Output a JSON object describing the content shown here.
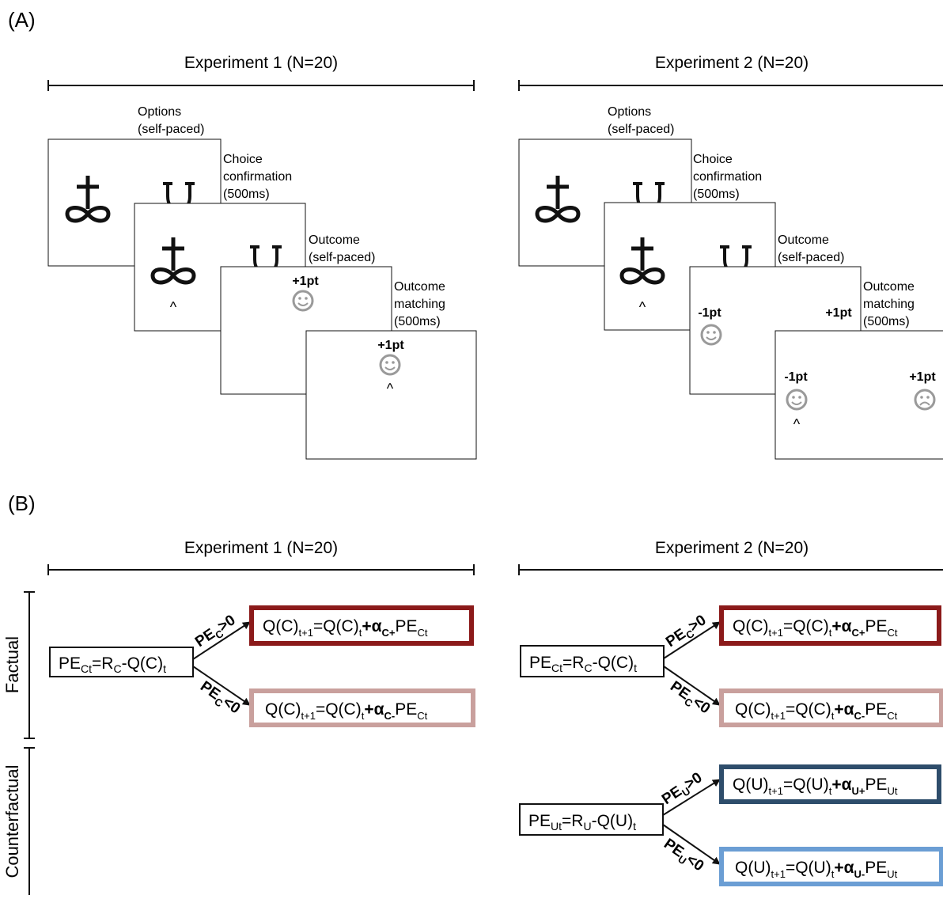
{
  "panelA": {
    "label": "(A)",
    "experiments": [
      {
        "title": "Experiment 1 (N=20)",
        "steps": {
          "options": [
            "Options",
            "(self-paced)"
          ],
          "choice": [
            "Choice",
            "confirmation",
            "(500ms)"
          ],
          "outcome": [
            "Outcome",
            "(self-paced)"
          ],
          "matching": [
            "Outcome",
            "matching",
            "(500ms)"
          ]
        },
        "outcome_screen": {
          "chosen_points": "+1pt"
        },
        "matching_screen": {
          "chosen_points": "+1pt"
        },
        "caret": "^"
      },
      {
        "title": "Experiment 2 (N=20)",
        "steps": {
          "options": [
            "Options",
            "(self-paced)"
          ],
          "choice": [
            "Choice",
            "confirmation",
            "(500ms)"
          ],
          "outcome": [
            "Outcome",
            "(self-paced)"
          ],
          "matching": [
            "Outcome",
            "matching",
            "(500ms)"
          ]
        },
        "outcome_screen": {
          "chosen_points": "-1pt",
          "unchosen_points": "+1pt"
        },
        "matching_screen": {
          "chosen_points": "-1pt",
          "unchosen_points": "+1pt"
        },
        "caret": "^"
      }
    ]
  },
  "panelB": {
    "label": "(B)",
    "row_labels": {
      "factual": "Factual",
      "counterfactual": "Counterfactual"
    },
    "experiments": [
      {
        "title": "Experiment 1 (N=20)"
      },
      {
        "title": "Experiment 2 (N=20)"
      }
    ],
    "factual": {
      "pe": {
        "base": "PE",
        "sub1": "Ct",
        "mid": "=R",
        "sub2": "C",
        "tail": "-Q(C)",
        "sub3": "t"
      },
      "pos_branch": {
        "base": "PE",
        "sub": "C",
        "tail": ">0"
      },
      "neg_branch": {
        "base": "PE",
        "sub": "C",
        "tail": "<0"
      },
      "pos_rule": {
        "a": "Q(C)",
        "s1": "t+1",
        "b": "=Q(C)",
        "s2": "t",
        "c": "+",
        "alpha": "α",
        "s3": "C+",
        "d": "PE",
        "s4": "Ct"
      },
      "neg_rule": {
        "a": "Q(C)",
        "s1": "t+1",
        "b": "=Q(C)",
        "s2": "t",
        "c": "+",
        "alpha": "α",
        "s3": "C-",
        "d": "PE",
        "s4": "Ct"
      }
    },
    "counterfactual": {
      "pe": {
        "base": "PE",
        "sub1": "Ut",
        "mid": "=R",
        "sub2": "U",
        "tail": "-Q(U)",
        "sub3": "t"
      },
      "pos_branch": {
        "base": "PE",
        "sub": "U",
        "tail": ">0"
      },
      "neg_branch": {
        "base": "PE",
        "sub": "U",
        "tail": "<0"
      },
      "pos_rule": {
        "a": "Q(U)",
        "s1": "t+1",
        "b": "=Q(U)",
        "s2": "t",
        "c": "+",
        "alpha": "α",
        "s3": "U+",
        "d": "PE",
        "s4": "Ut"
      },
      "neg_rule": {
        "a": "Q(U)",
        "s1": "t+1",
        "b": "=Q(U)",
        "s2": "t",
        "c": "+",
        "alpha": "α",
        "s3": "U-",
        "d": "PE",
        "s4": "Ut"
      }
    },
    "colors": {
      "factual_pos": "#8b1a1a",
      "factual_neg": "#c9a09d",
      "counterfactual_pos": "#2e4d6b",
      "counterfactual_neg": "#6b9ed4"
    }
  }
}
